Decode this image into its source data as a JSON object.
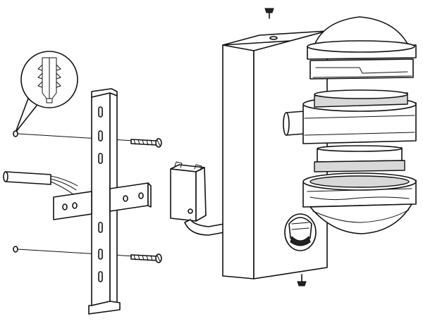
{
  "figure": {
    "description_label": "",
    "parts": [
      "wall-plug-detail",
      "mounting-bracket",
      "mounting-screw",
      "mains-cable",
      "terminal-box",
      "lamp-housing",
      "globe-diffuser",
      "ring-upper",
      "ring-lower",
      "base-ring",
      "motion-sensor",
      "fixing-screw-top",
      "fixing-screw-bottom"
    ]
  }
}
